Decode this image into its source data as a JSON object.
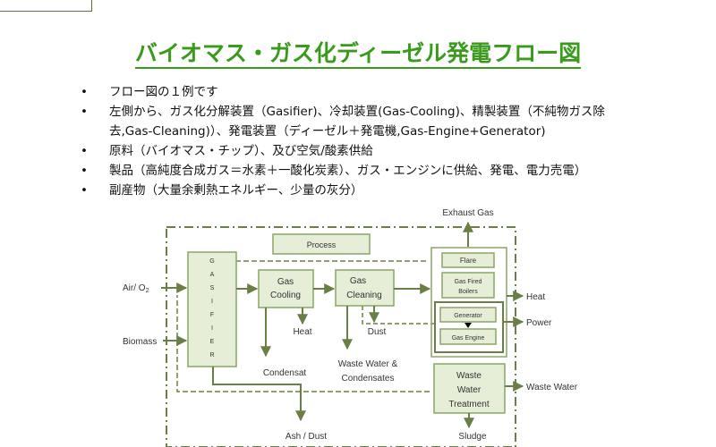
{
  "title": "バイオマス・ガス化ディーゼル発電フロー図",
  "bullets": [
    "フロー図の１例です",
    "左側から、ガス化分解装置（Gasifier)、冷却装置(Gas-Cooling)、精製装置（不純物ガス除",
    "去,Gas-Cleaning)）、発電装置（ディーゼル＋発電機,Gas-Engine+Generator)",
    "原料（バイオマス・チップ）、及び空気/酸素供給",
    "製品（高純度合成ガス＝水素＋一酸化炭素）、ガス・エンジンに供給、発電、電力売電）",
    "副産物（大量余剰熱エネルギー、少量の灰分）"
  ],
  "bullet_symbol": "•",
  "diagram": {
    "exhaust_gas": "Exhaust Gas",
    "process": "Process",
    "gasifier": [
      "G",
      "A",
      "S",
      "I",
      "F",
      "I",
      "E",
      "R"
    ],
    "gas_cooling": [
      "Gas",
      "Cooling"
    ],
    "gas_cleaning": [
      "Gas",
      "Cleaning"
    ],
    "flare": "Flare",
    "gas_fired_boilers": [
      "Gas Fired",
      "Boilers"
    ],
    "generator": "Generator",
    "gas_engine": "Gas Engine",
    "waste_water_treatment": [
      "Waste",
      "Water",
      "Treatment"
    ],
    "air_o2": "Air/ O",
    "air_o2_sub": "2",
    "biomass": "Biomass",
    "heat_cooling": "Heat",
    "dust": "Dust",
    "condensat": "Condensat",
    "waste_water_condensates": [
      "Waste Water &",
      "Condensates"
    ],
    "heat_out": "Heat",
    "power_out": "Power",
    "waste_water_out": "Waste Water",
    "ash_dust": "Ash / Dust",
    "sludge": "Sludge"
  },
  "colors": {
    "title": "#3a9a1c",
    "box_stroke": "#8aa567",
    "box_fill": "#e6eed8",
    "line": "#6a7f45"
  }
}
